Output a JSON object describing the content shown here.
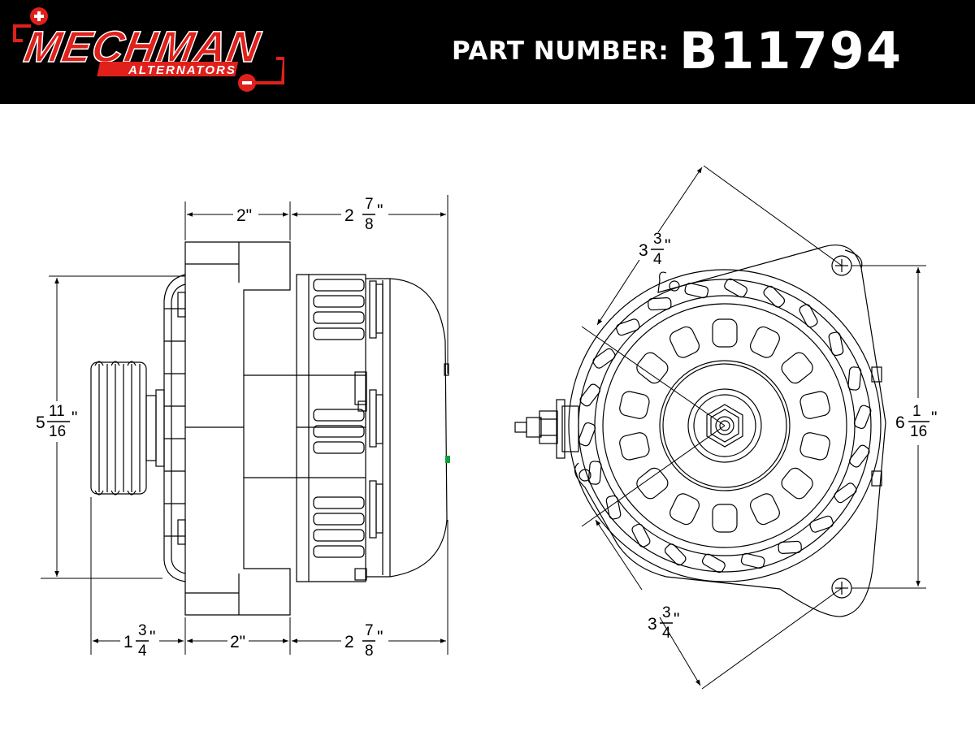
{
  "header": {
    "logo": {
      "brand": "MECHMAN",
      "sub": "ALTERNATORS"
    },
    "part_label": "PART NUMBER:",
    "part_number": "B11794"
  },
  "side_view": {
    "top_dims": [
      {
        "whole": "2\"",
        "num": "",
        "den": ""
      },
      {
        "whole": "2",
        "num": "7",
        "den": "8",
        "suffix": "\""
      }
    ],
    "bottom_dims": [
      {
        "whole": "1",
        "num": "3",
        "den": "4",
        "suffix": "\""
      },
      {
        "whole": "2\"",
        "num": "",
        "den": ""
      },
      {
        "whole": "2",
        "num": "7",
        "den": "8",
        "suffix": "\""
      }
    ],
    "height_dim": {
      "whole": "5",
      "num": "11",
      "den": "16",
      "suffix": "\""
    }
  },
  "front_view": {
    "upper_dim": {
      "whole": "3",
      "num": "3",
      "den": "4",
      "suffix": "\""
    },
    "lower_dim": {
      "whole": "3",
      "num": "3",
      "den": "4",
      "suffix": "\""
    },
    "right_dim": {
      "whole": "6",
      "num": "1",
      "den": "16",
      "suffix": "\""
    }
  },
  "colors": {
    "header_bg": "#000000",
    "logo_red": "#e0201b",
    "indicator_green": "#10a03c"
  }
}
